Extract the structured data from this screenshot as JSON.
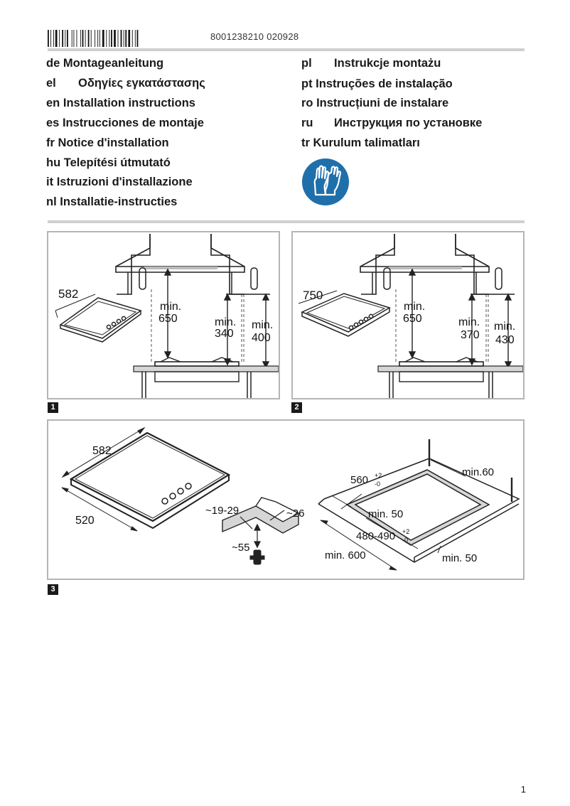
{
  "header": {
    "barcode_number": "8001238210 020928"
  },
  "languages_left": [
    {
      "code": "de",
      "title": "Montageanleitung"
    },
    {
      "code": "el",
      "title": "Οδηγίες εγκατάστασης"
    },
    {
      "code": "en",
      "title": "Installation instructions"
    },
    {
      "code": "es",
      "title": "Instrucciones de montaje"
    },
    {
      "code": "fr",
      "title": "Notice d'installation"
    },
    {
      "code": "hu",
      "title": "Telepítési útmutató"
    },
    {
      "code": "it",
      "title": "Istruzioni d'installazione"
    },
    {
      "code": "nl",
      "title": "Installatie-instructies"
    }
  ],
  "languages_right": [
    {
      "code": "pl",
      "title": "Instrukcje montażu"
    },
    {
      "code": "pt",
      "title": "Instruções de instalação"
    },
    {
      "code": "ro",
      "title": "Instrucțiuni de instalare"
    },
    {
      "code": "ru",
      "title": "Инструкция по установке"
    },
    {
      "code": "tr",
      "title": "Kurulum talimatları"
    }
  ],
  "safety_icon": "protective-gloves-icon",
  "figure1": {
    "number": "1",
    "width_label": "582",
    "hood_min": "min.",
    "hood_value": "650",
    "side_min": "min.",
    "side_value": "340",
    "wall_min": "min.",
    "wall_value": "400"
  },
  "figure2": {
    "number": "2",
    "width_label": "750",
    "hood_min": "min.",
    "hood_value": "650",
    "side_min": "min.",
    "side_value": "370",
    "wall_min": "min.",
    "wall_value": "430"
  },
  "figure3": {
    "number": "3",
    "width_label": "582",
    "depth_label": "520",
    "edge_a": "~19-29",
    "edge_b": "~26",
    "clip_label": "~55",
    "cutout_w_value": "560",
    "cutout_w_sup": "+2",
    "cutout_w_sub": "-0",
    "rear_min": "min.60",
    "inner_min": "min. 50",
    "cutout_d_value": "480-490",
    "cutout_d_sup": "+2",
    "cutout_d_sub": "-0",
    "worktop_min": "min. 600",
    "front_min": "min. 50"
  },
  "page_number": "1"
}
